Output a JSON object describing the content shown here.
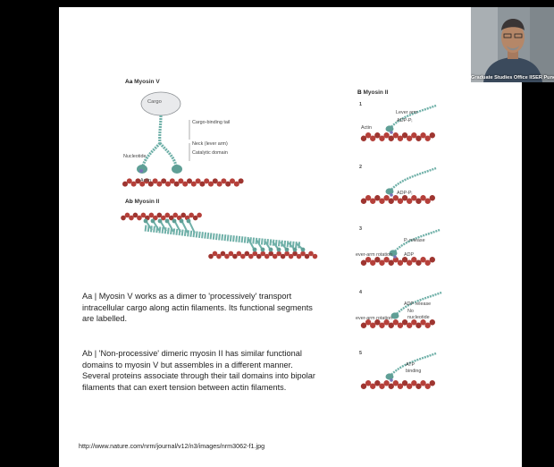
{
  "webcam": {
    "label": "Graduate Studies Office IISER Pune"
  },
  "figure_a": {
    "aa_letter": "Aa",
    "aa_title": "Myosin V",
    "cargo": "Cargo",
    "cargo_binding_tail": "Cargo-binding tail",
    "neck": "Neck (lever arm)",
    "catalytic_domain": "Catalytic domain",
    "nucleotide": "Nucleotide",
    "actin": "Actin",
    "ab_letter": "Ab",
    "ab_title": "Myosin II"
  },
  "figure_b": {
    "letter": "B",
    "title": "Myosin II",
    "steps": [
      {
        "num": "1",
        "labels": [
          "Lever arm",
          "ADP-Pᵢ",
          "Actin"
        ]
      },
      {
        "num": "2",
        "labels": [
          "ADP-Pᵢ"
        ]
      },
      {
        "num": "3",
        "labels": [
          "Pᵢ release",
          "ever-arm rotation",
          "ADP"
        ]
      },
      {
        "num": "4",
        "labels": [
          "ADP release",
          "No",
          "nucleotide",
          "ever-arm rotation"
        ]
      },
      {
        "num": "5",
        "labels": [
          "ATP",
          "binding"
        ]
      }
    ]
  },
  "captions": {
    "aa": "Aa | Myosin V works as a dimer to 'processively' transport intracellular cargo along actin filaments. Its functional segments are labelled.",
    "ab": "Ab | 'Non-processive' dimeric myosin II has similar functional domains to myosin V but assembles in a different manner. Several proteins associate through their tail domains into bipolar filaments that can exert tension between actin filaments."
  },
  "source_url": "http://www.nature.com/nrm/journal/v12/n3/images/nrm3062-f1.jpg",
  "colors": {
    "actin": "#b5403a",
    "myosin": "#6fb0a8",
    "head": "#5f9f96",
    "nucleotide": "#7a73b8"
  }
}
